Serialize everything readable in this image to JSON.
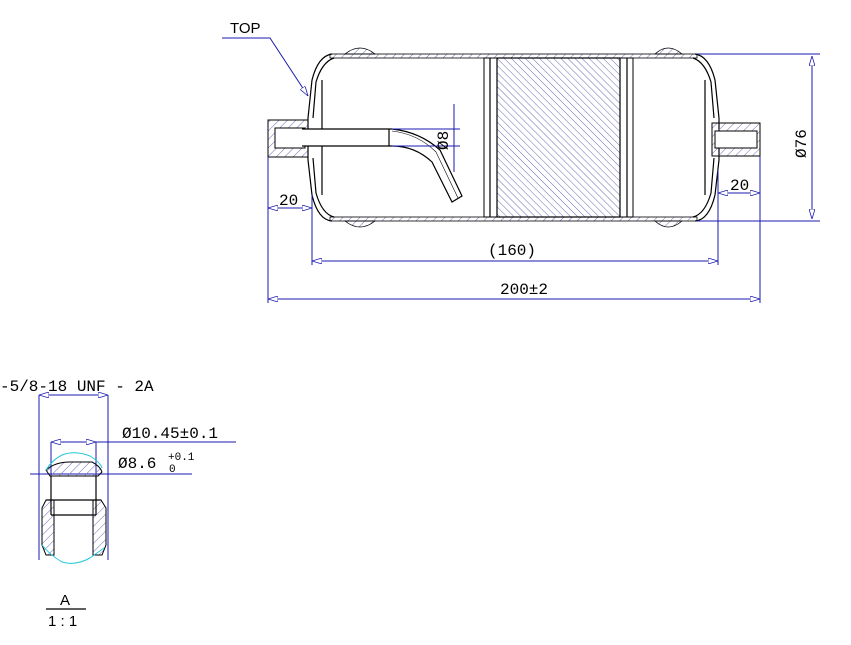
{
  "main_view": {
    "top_label": "TOP",
    "dim_tube_diameter": "Ø8",
    "dim_body_diameter": "Ø76",
    "dim_left_fitting": "20",
    "dim_right_fitting": "20",
    "dim_body_length": "(160)",
    "dim_overall_length": "200±2"
  },
  "detail_view": {
    "thread_spec": "-5/8-18 UNF - 2A",
    "dim_outer": "Ø10.45±0.1",
    "dim_inner": "Ø8.6",
    "tol_upper": "+0.1",
    "tol_lower": "0",
    "view_name": "A",
    "scale": "1 : 1"
  },
  "colors": {
    "dimension": "#1a1ab0",
    "break_line": "#22c8d8",
    "hatch": "#6a6ab8"
  }
}
